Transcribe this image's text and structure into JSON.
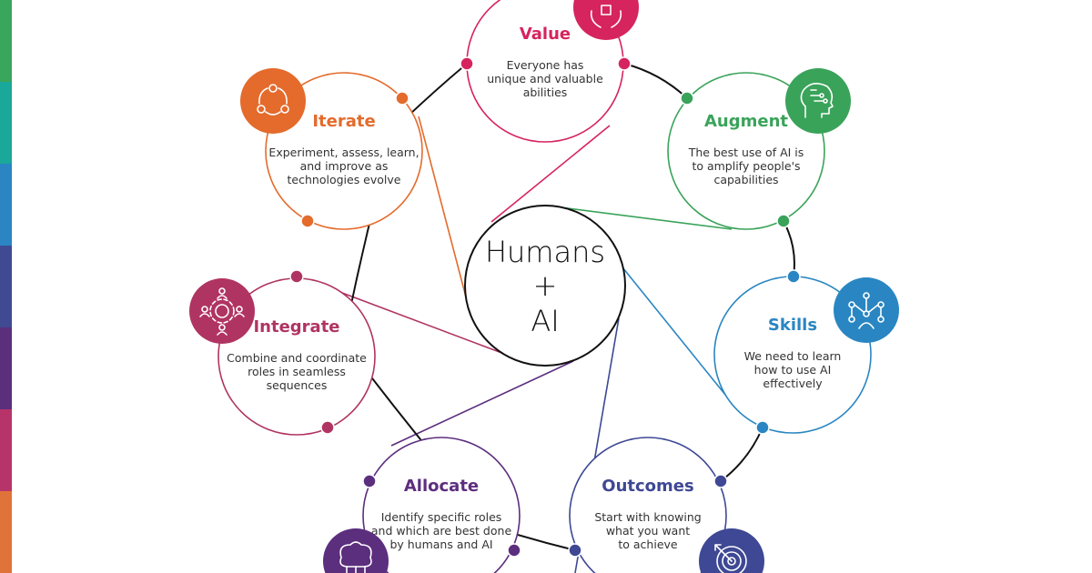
{
  "left_bar_colors": [
    "#3aa55c",
    "#1aa89a",
    "#2a85c2",
    "#3f4a93",
    "#5b2f7c",
    "#b7346a",
    "#e0733a"
  ],
  "center": {
    "lines": [
      "Humans",
      "+",
      "AI"
    ]
  },
  "nodes": [
    {
      "key": "value",
      "title": "Value",
      "desc": [
        "Everyone has",
        "unique and valuable",
        "abilities"
      ],
      "color": "#d6245e",
      "icon": "hands-icon"
    },
    {
      "key": "augment",
      "title": "Augment",
      "desc": [
        "The best use of AI is",
        "to amplify people's",
        "capabilities"
      ],
      "color": "#3aa35a",
      "icon": "ai-head-icon"
    },
    {
      "key": "skills",
      "title": "Skills",
      "desc": [
        "We need to learn",
        "how to use AI",
        "effectively"
      ],
      "color": "#2a86c2",
      "icon": "network-person-icon"
    },
    {
      "key": "outcomes",
      "title": "Outcomes",
      "desc": [
        "Start with knowing",
        "what you want",
        "to achieve"
      ],
      "color": "#3e4894",
      "icon": "target-icon"
    },
    {
      "key": "allocate",
      "title": "Allocate",
      "desc": [
        "Identify specific roles",
        "and which are best done",
        "by humans and AI"
      ],
      "color": "#5c2e7e",
      "icon": "brain-icon"
    },
    {
      "key": "integrate",
      "title": "Integrate",
      "desc": [
        "Combine and coordinate",
        "roles in seamless",
        "sequences"
      ],
      "color": "#b03462",
      "icon": "team-gear-icon"
    },
    {
      "key": "iterate",
      "title": "Iterate",
      "desc": [
        "Experiment, assess, learn,",
        "and improve as",
        "technologies evolve"
      ],
      "color": "#e46b2c",
      "icon": "cycle-icon"
    }
  ]
}
